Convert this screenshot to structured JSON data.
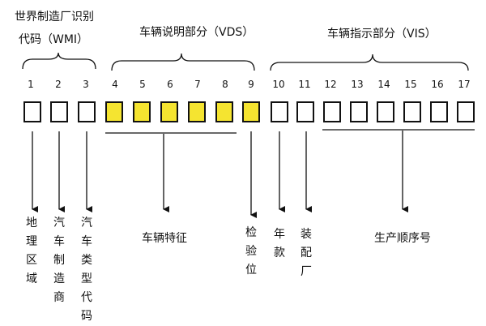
{
  "sections": [
    {
      "key": "wmi",
      "title_line1": "世界制造厂识别",
      "title_line2": "代码（WMI）"
    },
    {
      "key": "vds",
      "title": "车辆说明部分（VDS）"
    },
    {
      "key": "vis",
      "title": "车辆指示部分（VIS）"
    }
  ],
  "positions": [
    "1",
    "2",
    "3",
    "4",
    "5",
    "6",
    "7",
    "8",
    "9",
    "10",
    "11",
    "12",
    "13",
    "14",
    "15",
    "16",
    "17"
  ],
  "highlighted_positions": [
    "4",
    "5",
    "6",
    "7",
    "8",
    "9"
  ],
  "descriptions": {
    "region": "地理区域",
    "manufacturer": "汽车制造商",
    "vehicle_type_code": "汽车类型代码",
    "vehicle_features": "车辆特征",
    "check_digit": "检验位",
    "model_year": "年款",
    "assembly_plant": "装配厂",
    "serial_number": "生产顺序号"
  },
  "colors": {
    "highlight": "#f5e430",
    "line": "#111111",
    "background": "#ffffff"
  }
}
